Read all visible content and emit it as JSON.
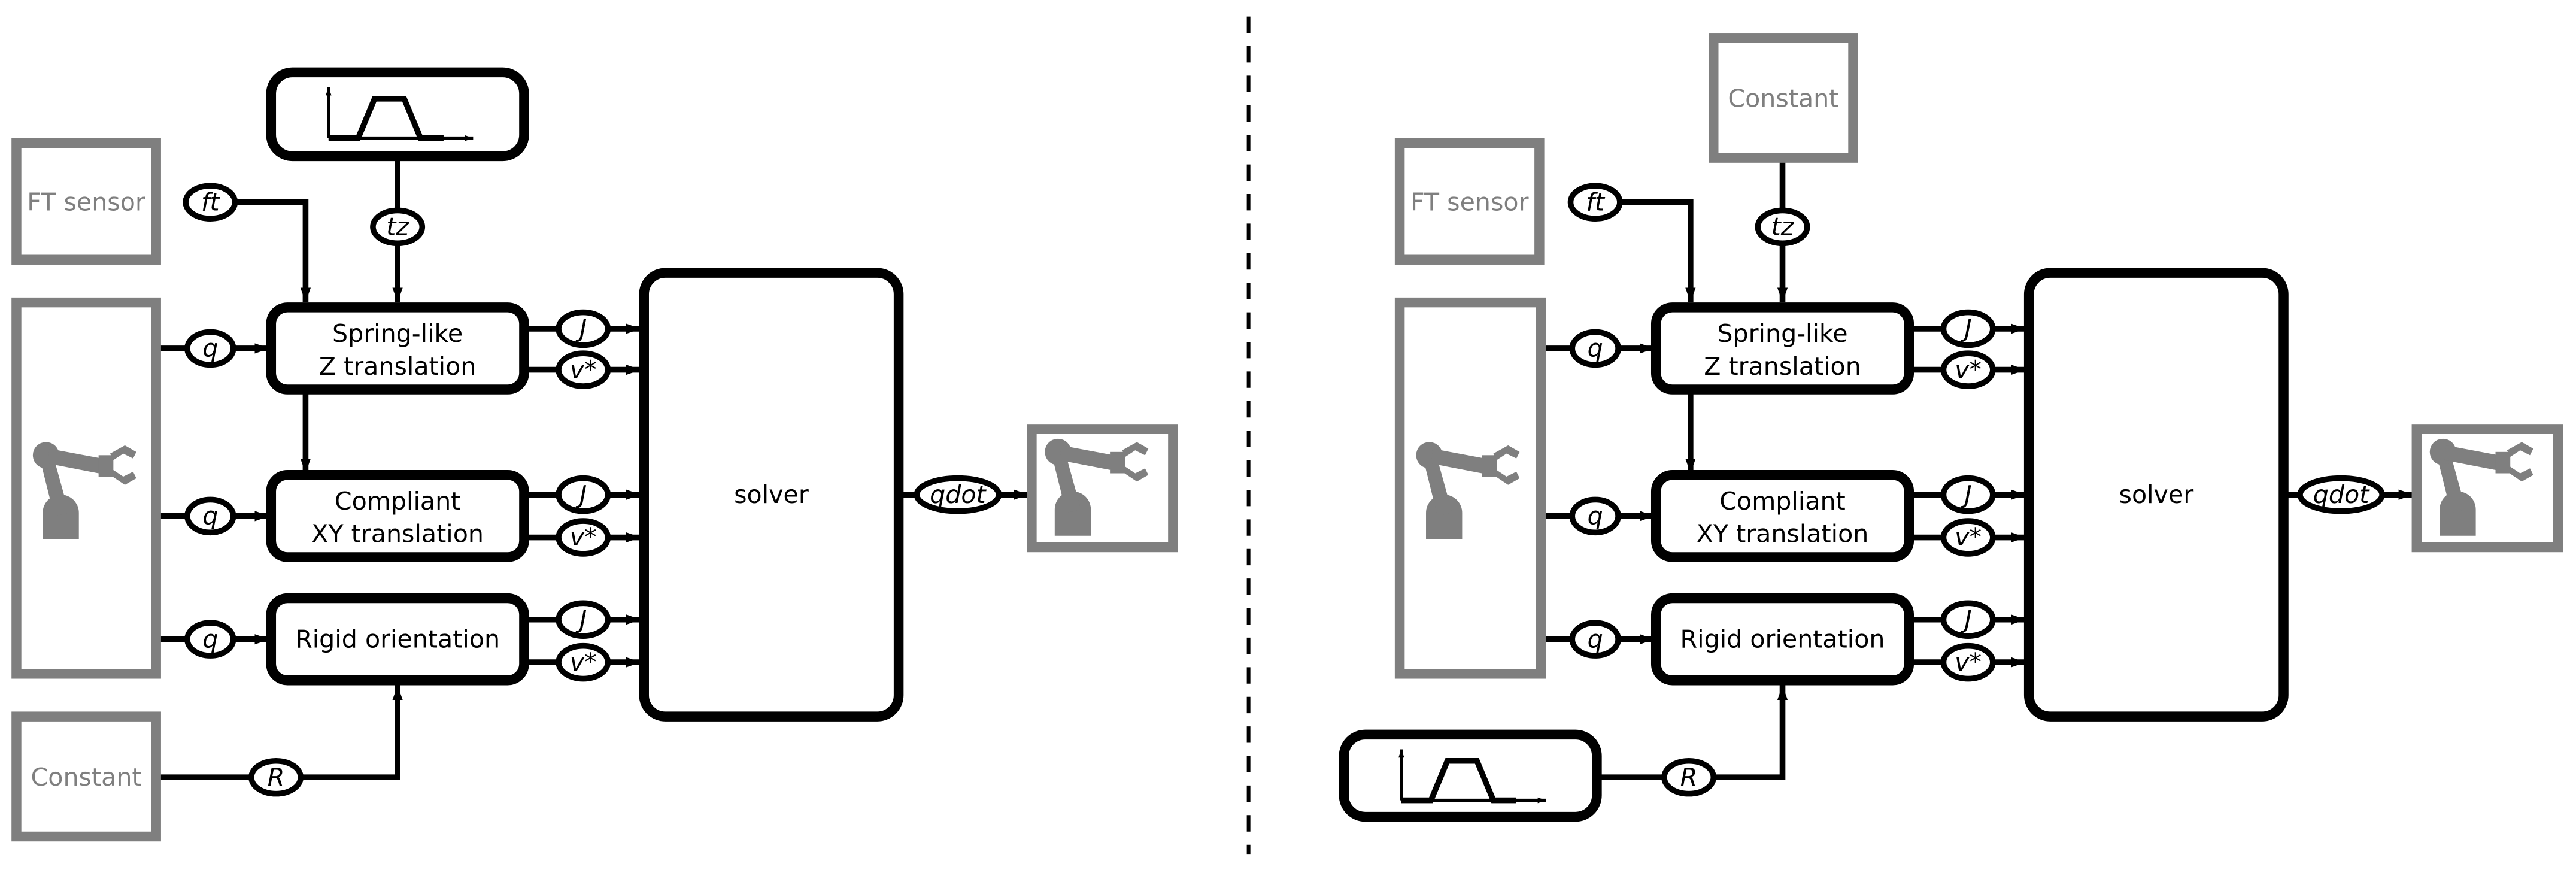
{
  "colors": {
    "line": "#000000",
    "source_gray": "#7f7f7f",
    "background": "#ffffff"
  },
  "icons": [
    "trapezoid-profile-icon",
    "robot-arm-icon"
  ],
  "left": {
    "ft_sensor": "FT sensor",
    "constant": "Constant",
    "spring_task": [
      "Spring-like",
      "Z translation"
    ],
    "compliant_task": [
      "Compliant",
      "XY translation"
    ],
    "rigid_task": "Rigid orientation",
    "solver": "solver",
    "signals": {
      "ft": "ft",
      "tz": "tz",
      "q": "q",
      "J": "J",
      "vstar": "v*",
      "R": "R",
      "qdot": "qdot"
    }
  },
  "right": {
    "ft_sensor": "FT sensor",
    "constant": "Constant",
    "spring_task": [
      "Spring-like",
      "Z translation"
    ],
    "compliant_task": [
      "Compliant",
      "XY translation"
    ],
    "rigid_task": "Rigid orientation",
    "solver": "solver",
    "signals": {
      "ft": "ft",
      "tz": "tz",
      "q": "q",
      "J": "J",
      "vstar": "v*",
      "R": "R",
      "qdot": "qdot"
    }
  }
}
